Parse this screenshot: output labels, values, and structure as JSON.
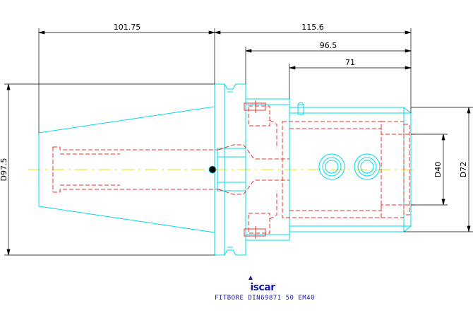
{
  "dimensions": {
    "length_left": "101.75",
    "length_total": "115.6",
    "length_mid": "96.5",
    "length_bore": "71",
    "diameter_flange": "D97.5",
    "diameter_bore": "D40",
    "diameter_body": "D72"
  },
  "logo": {
    "text": "iscar"
  },
  "caption": {
    "text": "FITBORE DIN69871 50 EM40"
  },
  "colors": {
    "outline": "#00d8e8",
    "hidden": "#e83030",
    "centerline": "#e8e800",
    "dimension": "#000000",
    "caption": "#1a1aa8"
  }
}
